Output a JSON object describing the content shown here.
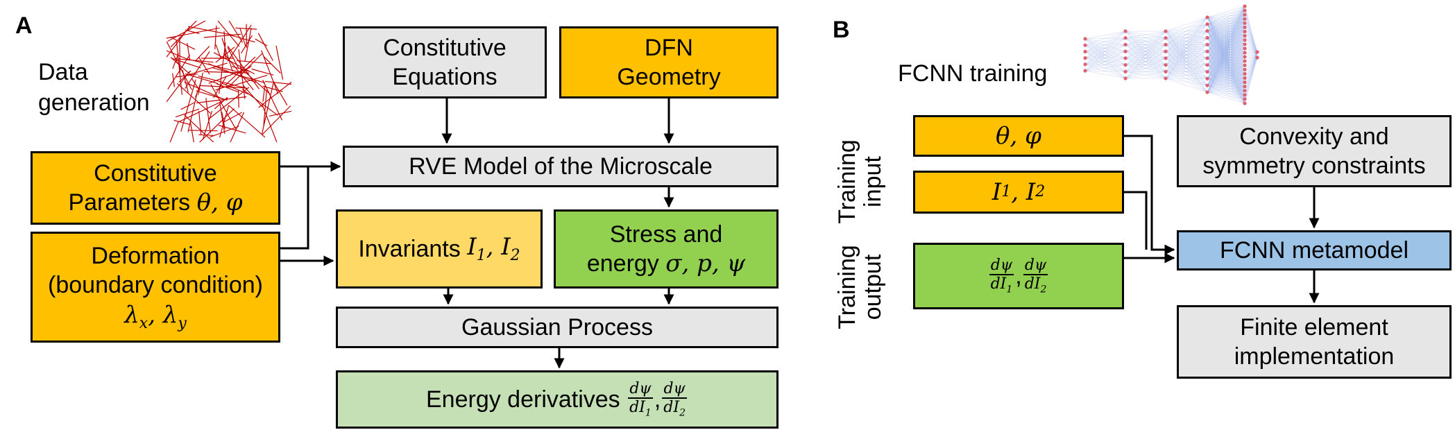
{
  "panel_a": {
    "label": "A",
    "data_generation": "Data\ngeneration",
    "constitutive_equations": "Constitutive\nEquations",
    "dfn_geometry": "DFN\nGeometry",
    "rve_model": "RVE Model of the Microscale",
    "constitutive_parameters_text": "Constitutive",
    "constitutive_parameters_line2": "Parameters",
    "constitutive_parameters_symbols": "θ, φ",
    "deformation_line1": "Deformation",
    "deformation_line2": "(boundary condition)",
    "deformation_symbols": "λx, λy",
    "invariants_text": "Invariants",
    "invariants_symbols": "I1, I2",
    "stress_line1": "Stress and",
    "stress_line2": "energy",
    "stress_symbols": "σ, p, ψ",
    "gaussian_process": "Gaussian Process",
    "energy_derivatives": "Energy derivatives",
    "frac_num": "dψ",
    "frac_den1": "dI1",
    "frac_den2": "dI2"
  },
  "panel_b": {
    "label": "B",
    "fcnn_training": "FCNN training",
    "training_input": "Training\ninput",
    "training_output": "Training\noutput",
    "theta_phi": "θ, φ",
    "i1_i2": "I1, I2",
    "convexity": "Convexity and\nsymmetry constraints",
    "fcnn_metamodel": "FCNN metamodel",
    "finite_element": "Finite element\nimplementation"
  },
  "colors": {
    "gold": "#FFC000",
    "grey": "#E7E6E6",
    "green": "#92D050",
    "light_gold": "#FFD966",
    "light_green": "#C5E0B4",
    "blue": "#9DC3E6",
    "fiber_red": "#C00000",
    "node_pink": "#E06070"
  }
}
